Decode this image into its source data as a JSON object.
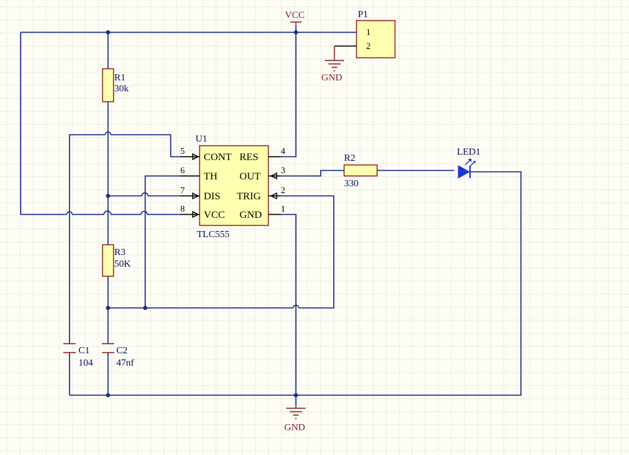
{
  "power": {
    "vcc": "VCC",
    "gnd_top": "GND",
    "gnd_bottom": "GND"
  },
  "p1": {
    "designator": "P1",
    "pin1": "1",
    "pin2": "2"
  },
  "u1": {
    "designator": "U1",
    "value": "TLC555",
    "pins": {
      "cont": "CONT",
      "th": "TH",
      "dis": "DIS",
      "vcc": "VCC",
      "res": "RES",
      "out": "OUT",
      "trig": "TRIG",
      "gnd": "GND"
    },
    "pin_numbers": {
      "cont": "5",
      "th": "6",
      "dis": "7",
      "vcc": "8",
      "res": "4",
      "out": "3",
      "trig": "2",
      "gnd": "1"
    }
  },
  "r1": {
    "designator": "R1",
    "value": "30k"
  },
  "r2": {
    "designator": "R2",
    "value": "330"
  },
  "r3": {
    "designator": "R3",
    "value": "50K"
  },
  "c1": {
    "designator": "C1",
    "value": "104"
  },
  "c2": {
    "designator": "C2",
    "value": "47nf"
  },
  "led1": {
    "designator": "LED1"
  },
  "colors": {
    "wire": "#1a2a8f",
    "part": "#8b2020",
    "body": "#ffffb0",
    "background": "#fdfdf5"
  }
}
